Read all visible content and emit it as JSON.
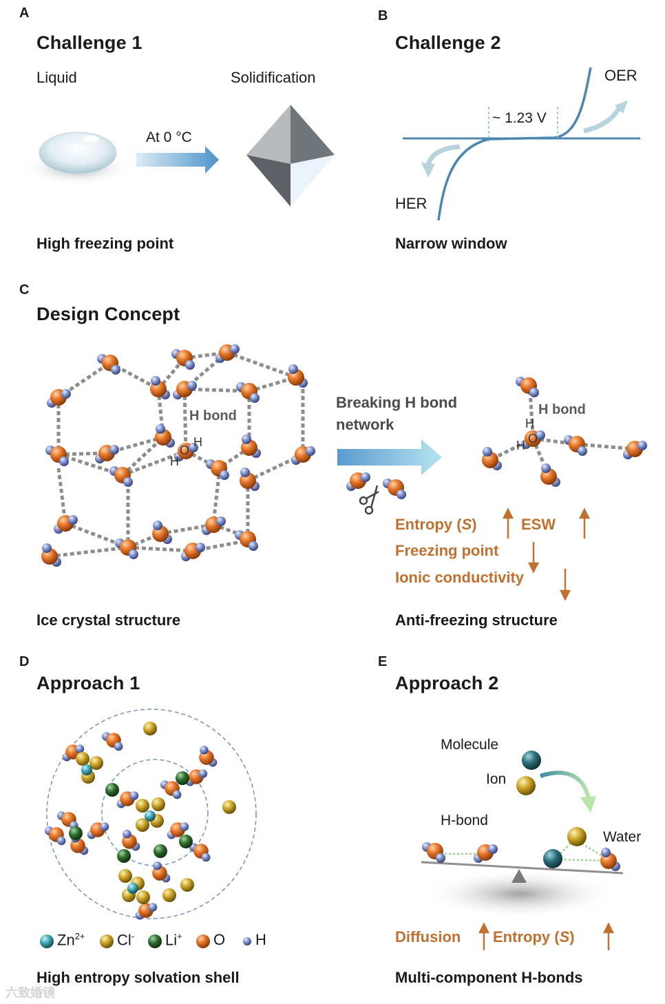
{
  "panels": {
    "a": {
      "letter": "A",
      "title": "Challenge 1",
      "left_label": "Liquid",
      "right_label": "Solidification",
      "arrow_label": "At 0 °C",
      "caption": "High freezing point"
    },
    "b": {
      "letter": "B",
      "title": "Challenge 2",
      "oer": "OER",
      "her": "HER",
      "voltage": "~ 1.23 V",
      "caption": "Narrow window"
    },
    "c": {
      "letter": "C",
      "title": "Design Concept",
      "hbond_left": "H bond",
      "hbond_right": "H bond",
      "atom_o": "O",
      "atom_h": "H",
      "arrow_label_1": "Breaking H bond",
      "arrow_label_2": "network",
      "prop_entropy": "Entropy (S)",
      "prop_esw": "ESW",
      "prop_freezing": "Freezing point",
      "prop_ionic": "Ionic conductivity",
      "caption_left": "Ice crystal structure",
      "caption_right": "Anti-freezing structure"
    },
    "d": {
      "letter": "D",
      "title": "Approach 1",
      "legend": [
        {
          "label": "Zn",
          "sup": "2+",
          "color": "#3fa7b5"
        },
        {
          "label": "Cl",
          "sup": "-",
          "color": "#c9a227"
        },
        {
          "label": "Li",
          "sup": "+",
          "color": "#2e6b2e"
        },
        {
          "label": "O",
          "sup": "",
          "color": "#e0731f"
        },
        {
          "label": "H",
          "sup": "",
          "color": "#7d8fc9"
        }
      ],
      "caption": "High entropy solvation shell"
    },
    "e": {
      "letter": "E",
      "title": "Approach 2",
      "molecule": "Molecule",
      "ion": "Ion",
      "hbond": "H-bond",
      "water": "Water",
      "prop_diffusion": "Diffusion",
      "prop_entropy": "Entropy (S)",
      "caption": "Multi-component H-bonds"
    }
  },
  "watermark": "六致婚镜",
  "colors": {
    "oxygen": "#e0731f",
    "hydrogen": "#7d8fc9",
    "arrow_blue": "#5a9bd0",
    "orange_text": "#c0702f",
    "curve": "#4a86ad"
  }
}
